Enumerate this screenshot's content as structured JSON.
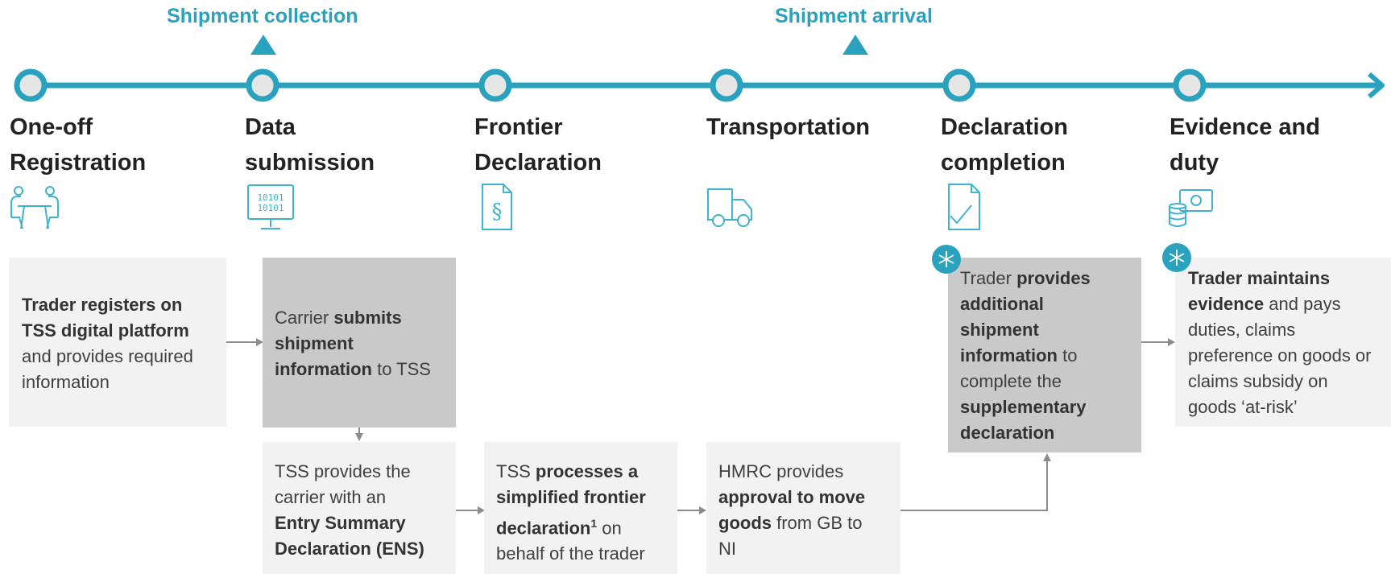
{
  "milestones": {
    "collection": "Shipment collection",
    "arrival": "Shipment arrival"
  },
  "stages": [
    {
      "title_line1": "One-off",
      "title_line2": "Registration",
      "icon": "meeting-people-icon"
    },
    {
      "title_line1": "Data",
      "title_line2": "submission",
      "icon": "binary-monitor-icon"
    },
    {
      "title_line1": "Frontier",
      "title_line2": "Declaration",
      "icon": "legal-document-icon"
    },
    {
      "title_line1": "Transportation",
      "title_line2": "",
      "icon": "truck-icon"
    },
    {
      "title_line1": "Declaration",
      "title_line2": "completion",
      "icon": "document-check-icon"
    },
    {
      "title_line1": "Evidence and",
      "title_line2": "duty",
      "icon": "money-coins-icon"
    }
  ],
  "boxes": {
    "registration": {
      "b1": "Trader registers on",
      "b2": "TSS digital platform",
      "t3": "and provides required",
      "t4": "information"
    },
    "submission": {
      "t1": "Carrier ",
      "b1": "submits",
      "b2": "shipment",
      "b3": "information",
      "t3": " to TSS"
    },
    "ens": {
      "t1": "TSS provides the",
      "t2": "carrier with an",
      "b1": "Entry Summary",
      "b2": "Declaration (ENS)"
    },
    "frontier": {
      "t1": "TSS ",
      "b1": "processes a",
      "b2": "simplified frontier",
      "b3": "declaration",
      "sup": "1",
      "t3": " on",
      "t4": "behalf of the trader"
    },
    "hmrc": {
      "t1": "HMRC provides",
      "b1": "approval to move",
      "b2": "goods",
      "t3": " from GB to",
      "t4": "NI"
    },
    "supplementary": {
      "t1": "Trader ",
      "b1": "provides",
      "b2": "additional",
      "b3": "shipment",
      "b4": "information",
      "t4": " to",
      "t5": "complete the",
      "b6": "supplementary",
      "b7": "declaration"
    },
    "evidence": {
      "b1": "Trader maintains",
      "b2": "evidence",
      "t2": " and pays",
      "t3": "duties, claims",
      "t4": "preference on goods or",
      "t5": "claims subsidy on",
      "t6": "goods ‘at-risk’"
    }
  },
  "colors": {
    "accent": "#2AA2BE",
    "light_box": "#F2F2F2",
    "dark_box": "#C9C9C9",
    "text": "#404040"
  }
}
